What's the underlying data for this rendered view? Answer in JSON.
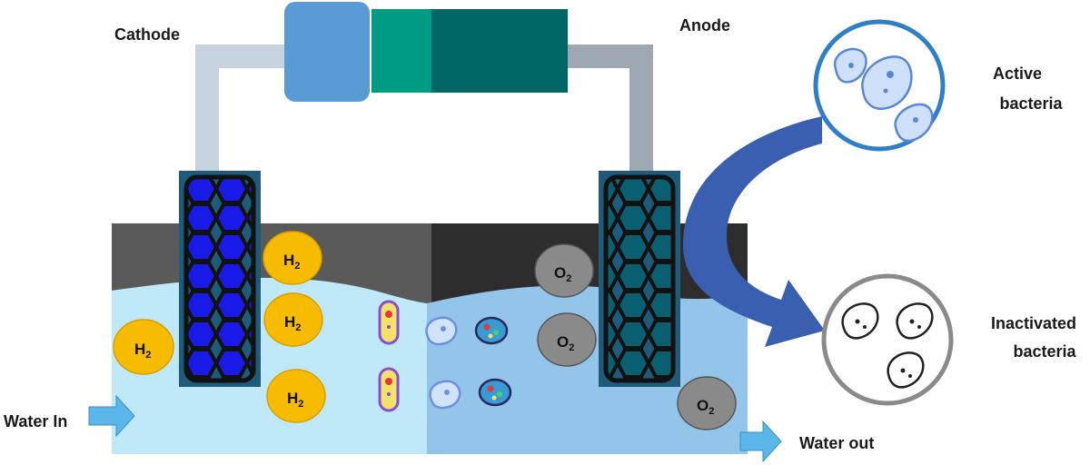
{
  "labels": {
    "cathode": "Cathode",
    "anode": "Anode",
    "active_line1": "Active",
    "active_line2": "bacteria",
    "inactive_line1": "Inactivated",
    "inactive_line2": "bacteria",
    "water_in": "Water In",
    "water_out": "Water out"
  },
  "gases": {
    "hydrogen": {
      "symbol": "H",
      "subscript": "2"
    },
    "oxygen": {
      "symbol": "O",
      "subscript": "2"
    }
  },
  "colors": {
    "power_left": "#5b9bd5",
    "power_mid": "#009b84",
    "power_right": "#006666",
    "wire_left": "#c7d3de",
    "wire_right": "#9ea8b3",
    "cathode_fill": "#1a1ae8",
    "anode_fill": "#0b5f72",
    "electrode_frame": "#1f5a78",
    "gas_top_left": "#5a5a5a",
    "gas_top_right": "#2d2d2d",
    "water_left": "#bfe9f8",
    "water_right": "#93c4ea",
    "h2": "#f7bb00",
    "o2": "#8a8a8a",
    "arrow_blue": "#3a5fb0",
    "flow_arrow": "#5bb7ea",
    "circle_active": "#2f7fc8",
    "circle_inactive": "#8a8a8a"
  },
  "icons": {
    "power_source": "battery-icon",
    "active_bacteria": "bacteria-icon",
    "inactive_bacteria": "bacteria-outline-icon",
    "flow": "arrow-right-icon"
  }
}
